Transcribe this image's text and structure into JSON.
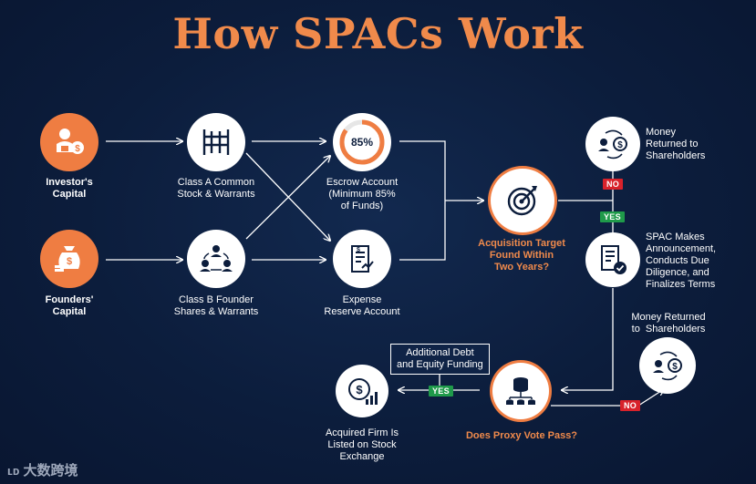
{
  "title": "How SPACs Work",
  "nodes": {
    "investor": "Investor's\nCapital",
    "founders": "Founders'\nCapital",
    "class_a": "Class A Common\nStock & Warrants",
    "class_b": "Class B Founder\nShares & Warrants",
    "escrow": "Escrow Account\n(Minimum 85%\nof Funds)",
    "escrow_pct": "85%",
    "expense": "Expense\nReserve Account",
    "target": "Acquisition Target\nFound Within\nTwo Years?",
    "money_returned_1": "Money\nReturned to\nShareholders",
    "announcement": "SPAC Makes\nAnnouncement,\nConducts Due\nDiligence, and\nFinalizes Terms",
    "money_returned_2": "Money Returned\nto  Shareholders",
    "proxy_vote": "Does Proxy Vote Pass?",
    "additional_debt": "Additional Debt\nand Equity Funding",
    "acquired": "Acquired Firm Is\nListed on Stock\nExchange"
  },
  "badges": {
    "no": "NO",
    "yes": "YES"
  },
  "watermark": "大数跨境",
  "colors": {
    "accent": "#ef7d42",
    "background": "#0c1d3c",
    "no": "#d8222b",
    "yes": "#1f9a4a"
  }
}
